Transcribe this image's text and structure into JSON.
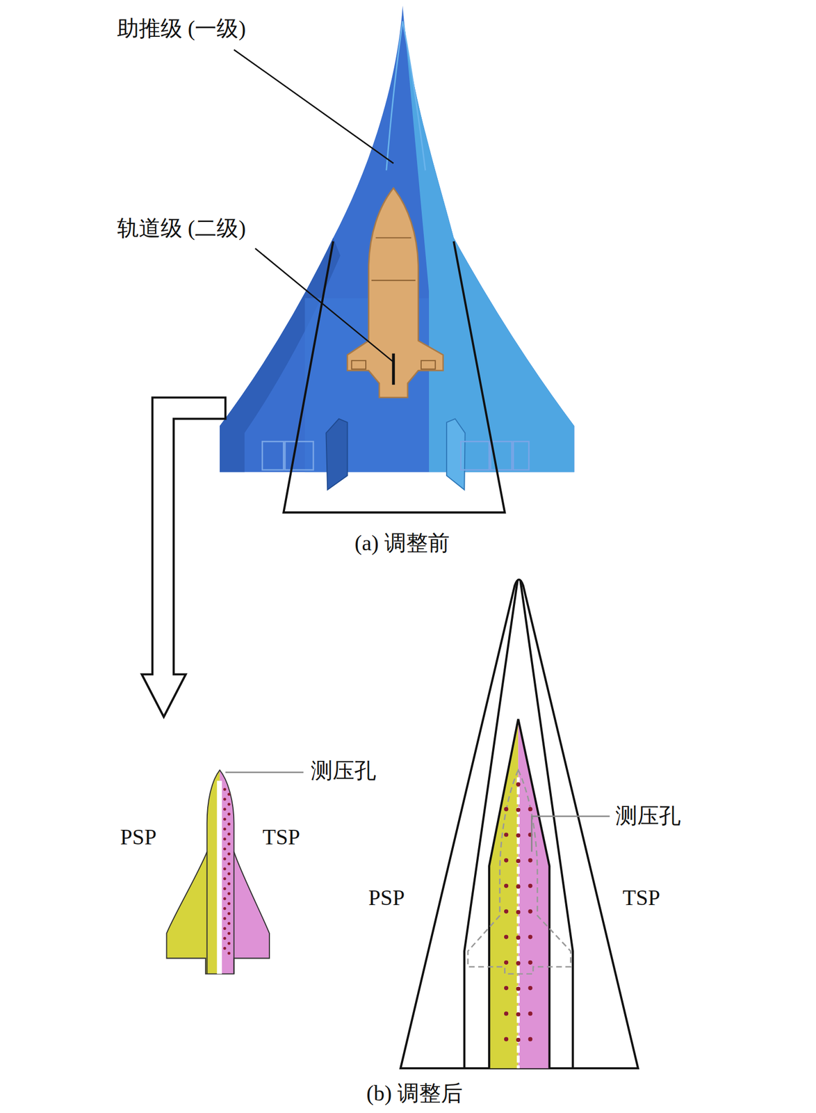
{
  "diagram": {
    "labels": [
      "助推级 (一级)",
      "轨道级 (二级)",
      "(a) 调整前",
      "测压孔",
      "PSP",
      "TSP",
      "测压孔",
      "PSP",
      "TSP",
      "(b) 调整后"
    ]
  }
}
